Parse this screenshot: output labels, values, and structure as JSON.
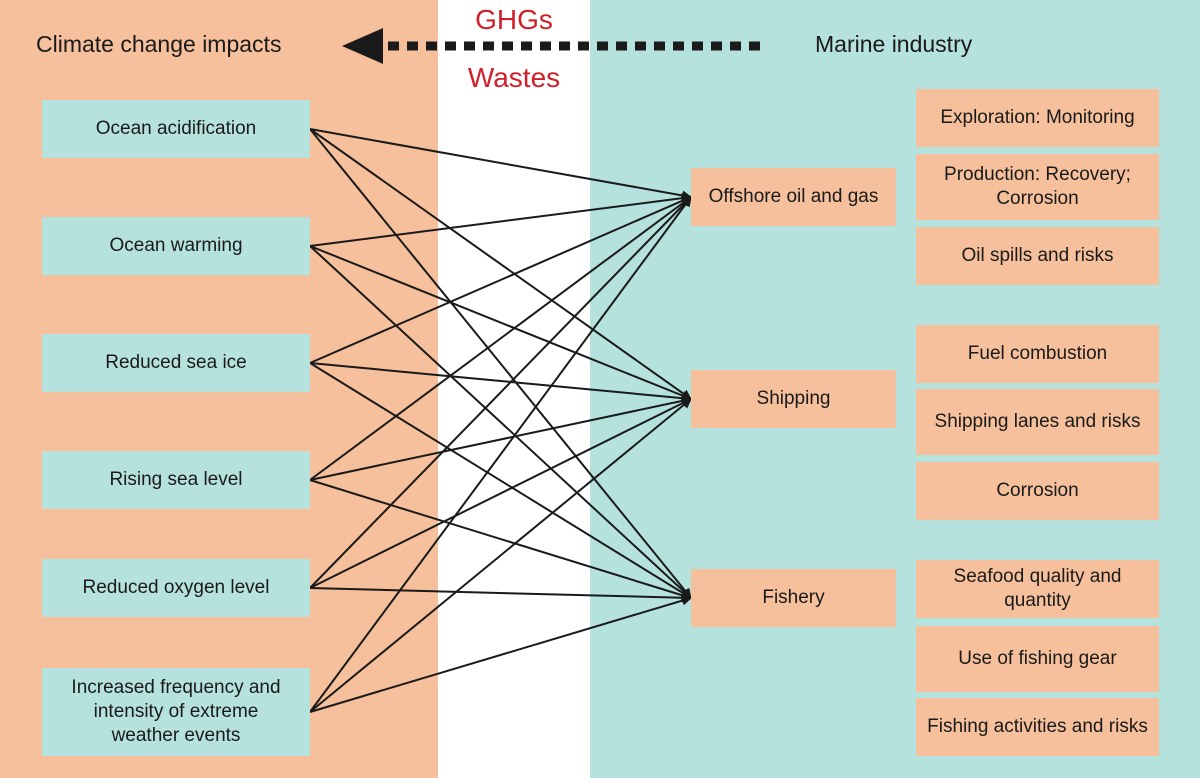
{
  "left_heading": "Climate change impacts",
  "right_heading": "Marine industry",
  "flow": {
    "ghgs": "GHGs",
    "wastes": "Wastes"
  },
  "impacts": [
    "Ocean acidification",
    "Ocean warming",
    "Reduced sea ice",
    "Rising sea level",
    "Reduced oxygen level",
    "Increased frequency and intensity of extreme weather events"
  ],
  "industries": [
    "Offshore oil and gas",
    "Shipping",
    "Fishery"
  ],
  "details": {
    "offshore": [
      "Exploration: Monitoring",
      "Production: Recovery; Corrosion",
      "Oil spills and risks"
    ],
    "shipping": [
      "Fuel combustion",
      "Shipping lanes and risks",
      "Corrosion"
    ],
    "fishery": [
      "Seafood quality and quantity",
      "Use of fishing gear",
      "Fishing activities and risks"
    ]
  },
  "colors": {
    "peach": "#f5c09b",
    "teal": "#b6e2de",
    "red": "#d0202a",
    "line": "#1a1a1a"
  }
}
